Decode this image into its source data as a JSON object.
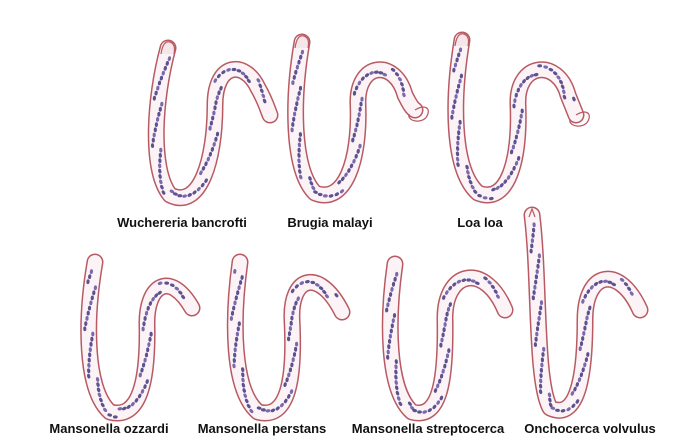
{
  "colors": {
    "outline": "#b85a63",
    "sheath_fill": "#f6e6e9",
    "body_fill": "#fbf3f5",
    "nucleus": "#4a3f86",
    "nucleus_alt": "#6b5aa4",
    "label": "#111111"
  },
  "diagram": {
    "species": [
      {
        "name": "Wuchereria bancrofti"
      },
      {
        "name": "Brugia malayi"
      },
      {
        "name": "Loa loa"
      },
      {
        "name": "Mansonella ozzardi"
      },
      {
        "name": "Mansonella perstans"
      },
      {
        "name": "Mansonella streptocerca"
      },
      {
        "name": "Onchocerca volvulus"
      }
    ]
  }
}
